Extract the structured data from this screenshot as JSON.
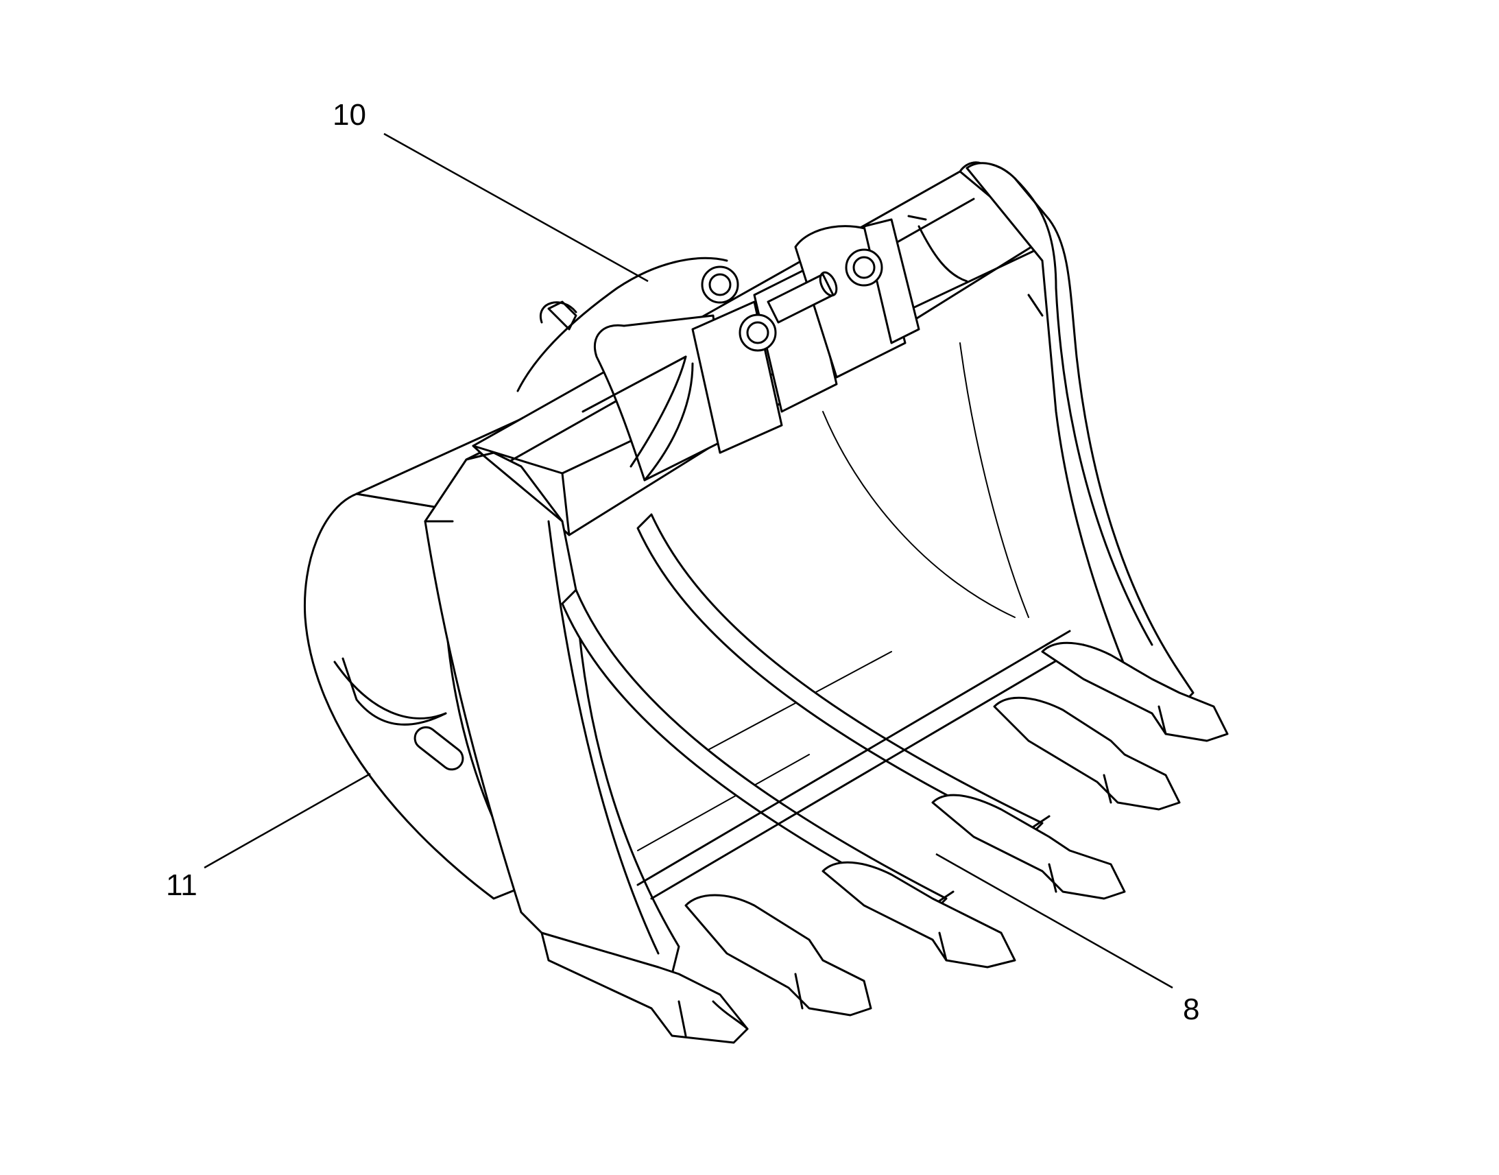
{
  "diagram": {
    "callouts": [
      {
        "id": "callout-10",
        "label": "10"
      },
      {
        "id": "callout-11",
        "label": "11"
      },
      {
        "id": "callout-8",
        "label": "8"
      }
    ],
    "colors": {
      "ink": "#000000",
      "background": "#ffffff"
    }
  }
}
